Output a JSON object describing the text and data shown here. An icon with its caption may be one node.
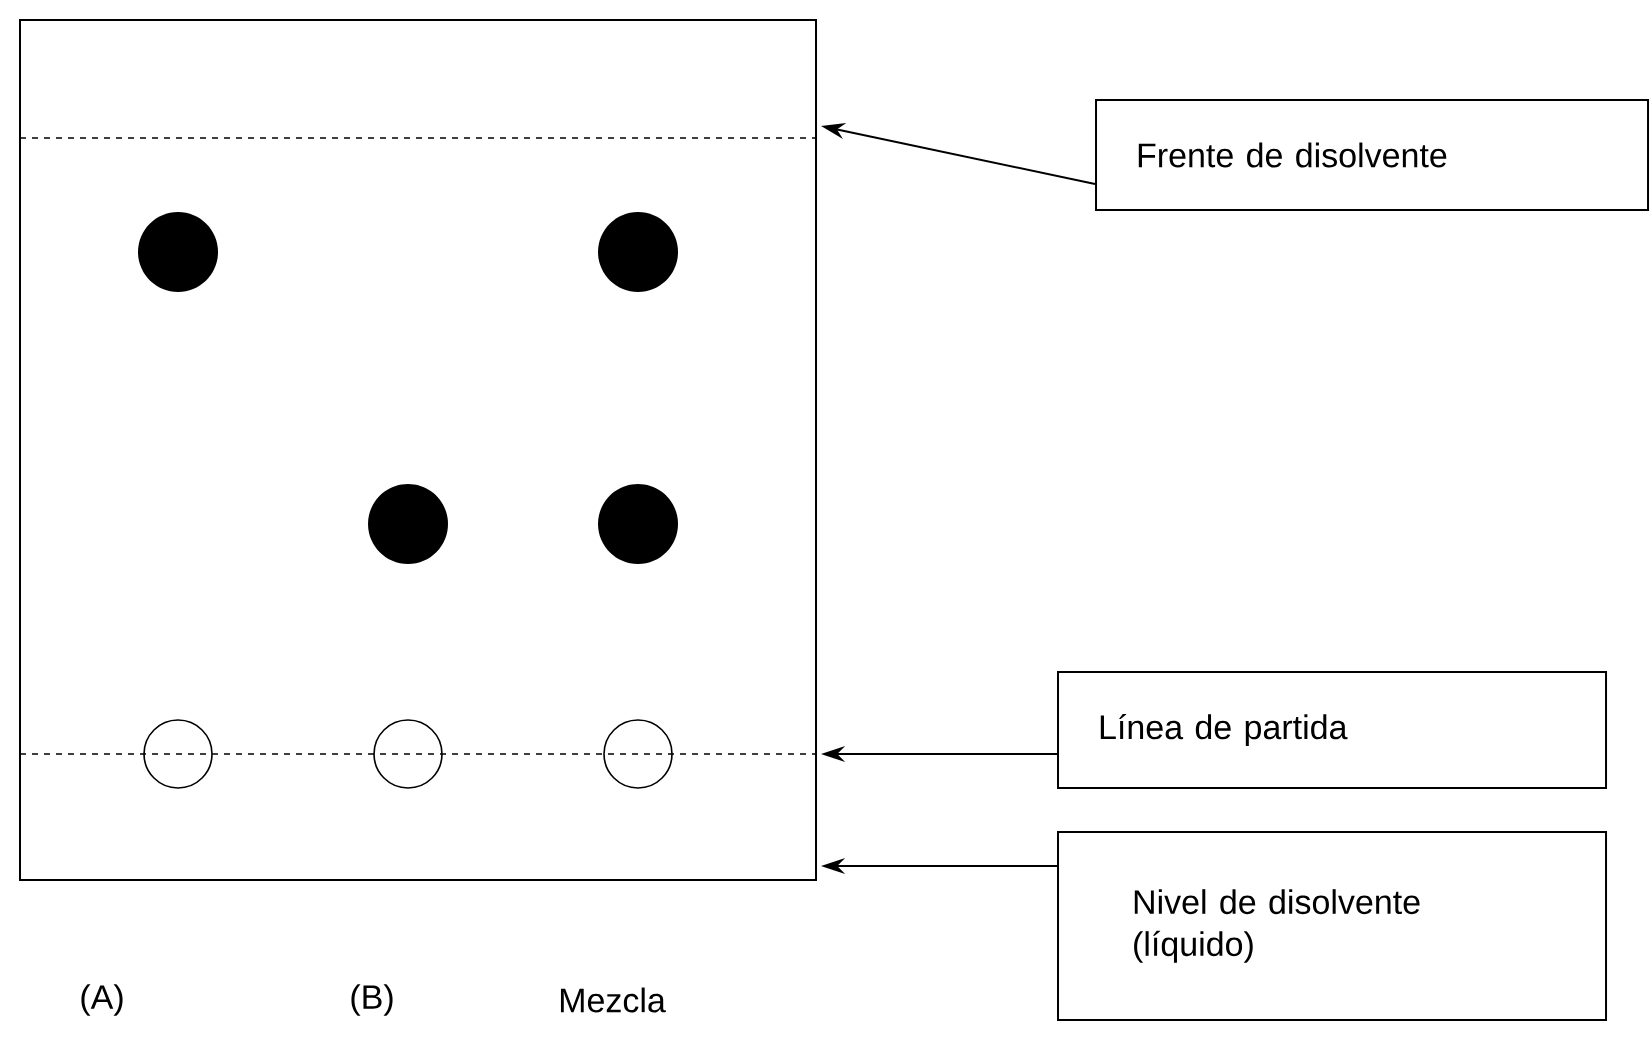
{
  "diagram": {
    "nodes": [
      {
        "text": [],
        "shape": "box"
      },
      {
        "text": [
          "Frente de disolvente"
        ]
      },
      {
        "text": [
          "Línea de partida"
        ]
      },
      {
        "text": [
          "Nivel de disolvente (líquido)"
        ]
      }
    ],
    "edges": [
      {
        "from": 1,
        "to": 0,
        "arrow": "to"
      },
      {
        "from": 2,
        "to": 0,
        "arrow": "to"
      },
      {
        "from": 3,
        "to": 0,
        "arrow": "to"
      }
    ],
    "labels": [
      "(A)",
      "(B)",
      "Mezcla"
    ]
  }
}
